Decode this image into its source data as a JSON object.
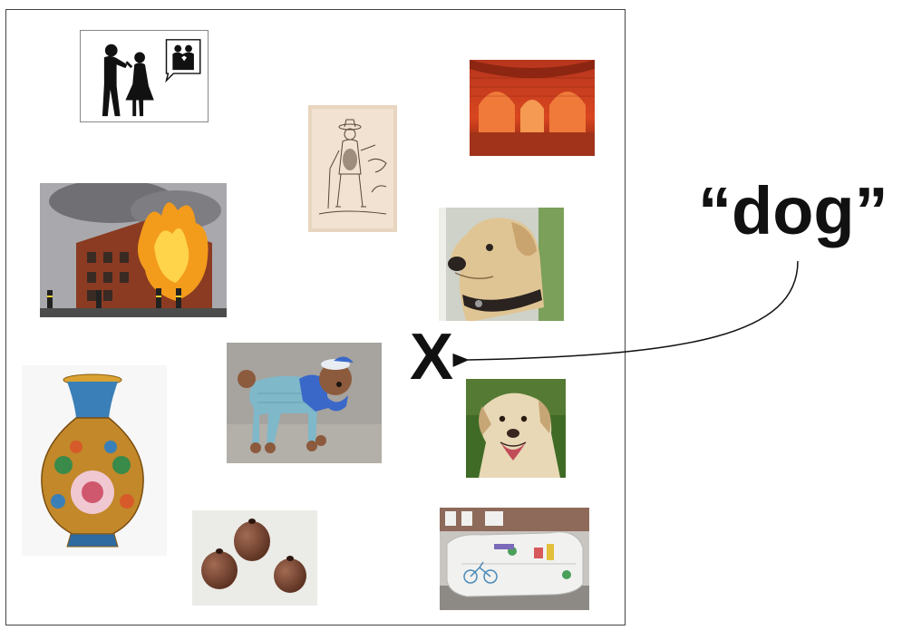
{
  "query": {
    "text": "“dog”"
  },
  "marker": {
    "text": "X"
  },
  "images": [
    {
      "name": "silhouette-couple"
    },
    {
      "name": "vintage-sketch"
    },
    {
      "name": "brick-vault"
    },
    {
      "name": "burning-building"
    },
    {
      "name": "labrador-portrait"
    },
    {
      "name": "poodle-in-outfit"
    },
    {
      "name": "labrador-on-grass"
    },
    {
      "name": "cloisonne-vase"
    },
    {
      "name": "three-nuts"
    },
    {
      "name": "mosaic-bench"
    }
  ],
  "colors": {
    "frame": "#444444",
    "text": "#111111",
    "arrow": "#111111"
  }
}
